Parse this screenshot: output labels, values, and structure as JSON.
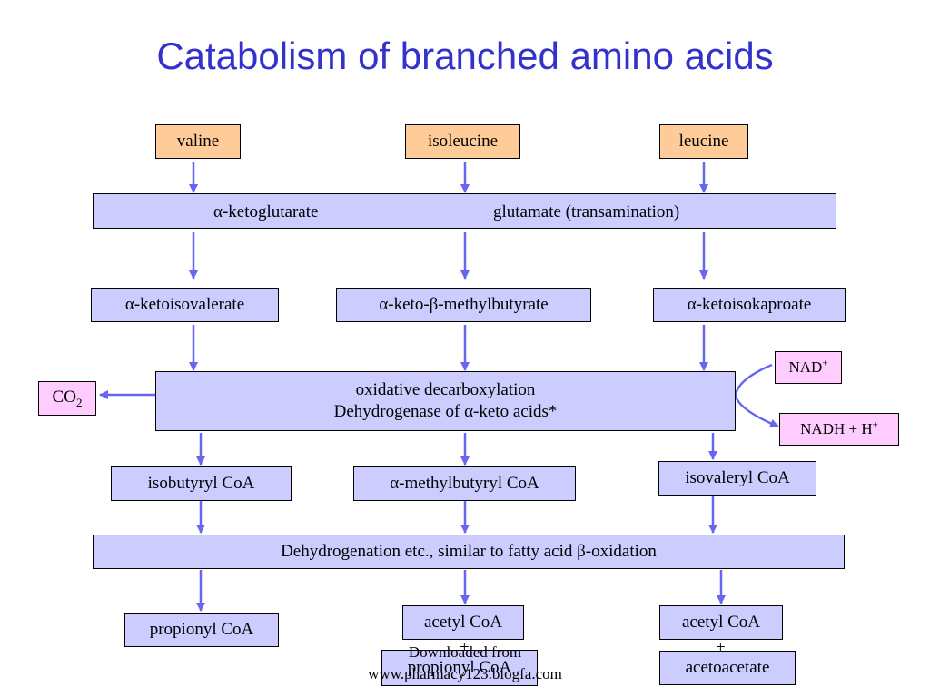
{
  "title": "Catabolism  of branched amino acids",
  "colors": {
    "title": "#3333cc",
    "arrow": "#6666ee",
    "amino_box": "#ffcc99",
    "step_box": "#ccccff",
    "side_box": "#ffccff"
  },
  "amino_acids": {
    "valine": "valine",
    "isoleucine": "isoleucine",
    "leucine": "leucine"
  },
  "transamination": {
    "left": "α-ketoglutarate",
    "right": "glutamate (transamination)"
  },
  "keto_acids": {
    "valine": "α-ketoisovalerate",
    "isoleucine": "α-keto-β-methylbutyrate",
    "leucine": "α-ketoisokaproate"
  },
  "decarboxylation": {
    "line1": "oxidative decarboxylation",
    "line2": "Dehydrogenase of α-keto acids*"
  },
  "co2": {
    "main": "CO",
    "sub": "2"
  },
  "nad": {
    "main": "NAD",
    "sup": "+"
  },
  "nadh": {
    "main": "NADH + H",
    "sup": "+"
  },
  "acyl_coa": {
    "valine": "isobutyryl CoA",
    "isoleucine": "α-methylbutyryl CoA",
    "leucine": "isovaleryl CoA"
  },
  "dehydrogenation": "Dehydrogenation etc., similar to fatty acid β-oxidation",
  "products": {
    "valine": "propionyl CoA",
    "isoleucine_top": "acetyl CoA",
    "isoleucine_bottom": "propionyl CoA",
    "leucine_top": "acetyl CoA",
    "leucine_bottom": "acetoacetate",
    "plus": "+"
  },
  "watermark": {
    "line1": "Downloaded from",
    "line2": "www.pharmacy123.blogfa.com"
  }
}
